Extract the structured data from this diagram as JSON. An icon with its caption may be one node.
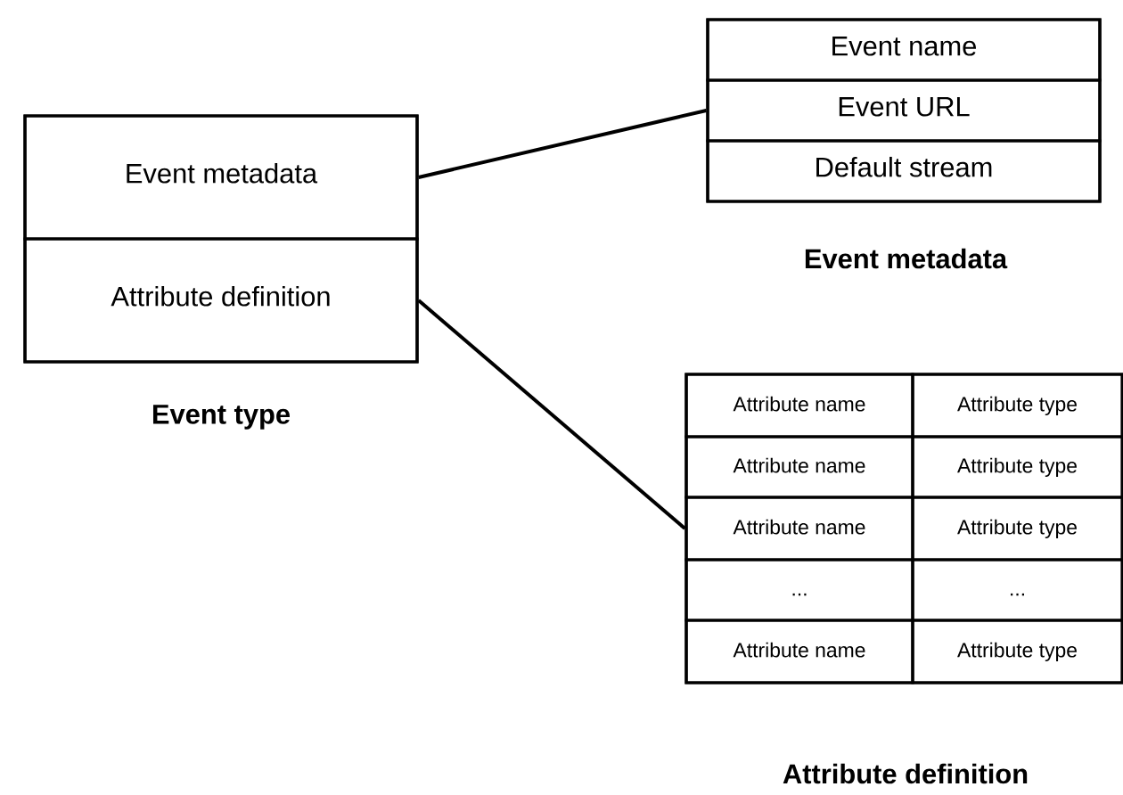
{
  "diagram": {
    "nodes": [
      {
        "text": [
          "Event type"
        ]
      },
      {
        "text": [
          "Event metadata"
        ],
        "in": 0
      },
      {
        "text": [
          "Attribute definition"
        ],
        "in": 0
      },
      {
        "text": [
          "Event metadata"
        ]
      },
      {
        "text": [
          "Event name"
        ],
        "in": 3
      },
      {
        "text": [
          "Event URL"
        ],
        "in": 3
      },
      {
        "text": [
          "Default stream"
        ],
        "in": 3
      },
      {
        "text": [
          "Attribute definition"
        ]
      },
      {
        "text": [
          "Attribute name"
        ],
        "in": 7
      },
      {
        "text": [
          "Attribute type"
        ],
        "in": 7
      },
      {
        "text": [
          "Attribute name"
        ],
        "in": 7
      },
      {
        "text": [
          "Attribute type"
        ],
        "in": 7
      },
      {
        "text": [
          "Attribute name"
        ],
        "in": 7
      },
      {
        "text": [
          "Attribute type"
        ],
        "in": 7
      },
      {
        "text": [
          "..."
        ],
        "in": 7
      },
      {
        "text": [
          "..."
        ],
        "in": 7
      },
      {
        "text": [
          "Attribute name"
        ],
        "in": 7
      },
      {
        "text": [
          "Attribute type"
        ],
        "in": 7
      }
    ],
    "edges": [
      {
        "from": 1,
        "to": 5,
        "arrow": "none"
      },
      {
        "from": 2,
        "to": 12,
        "arrow": "none"
      }
    ]
  }
}
